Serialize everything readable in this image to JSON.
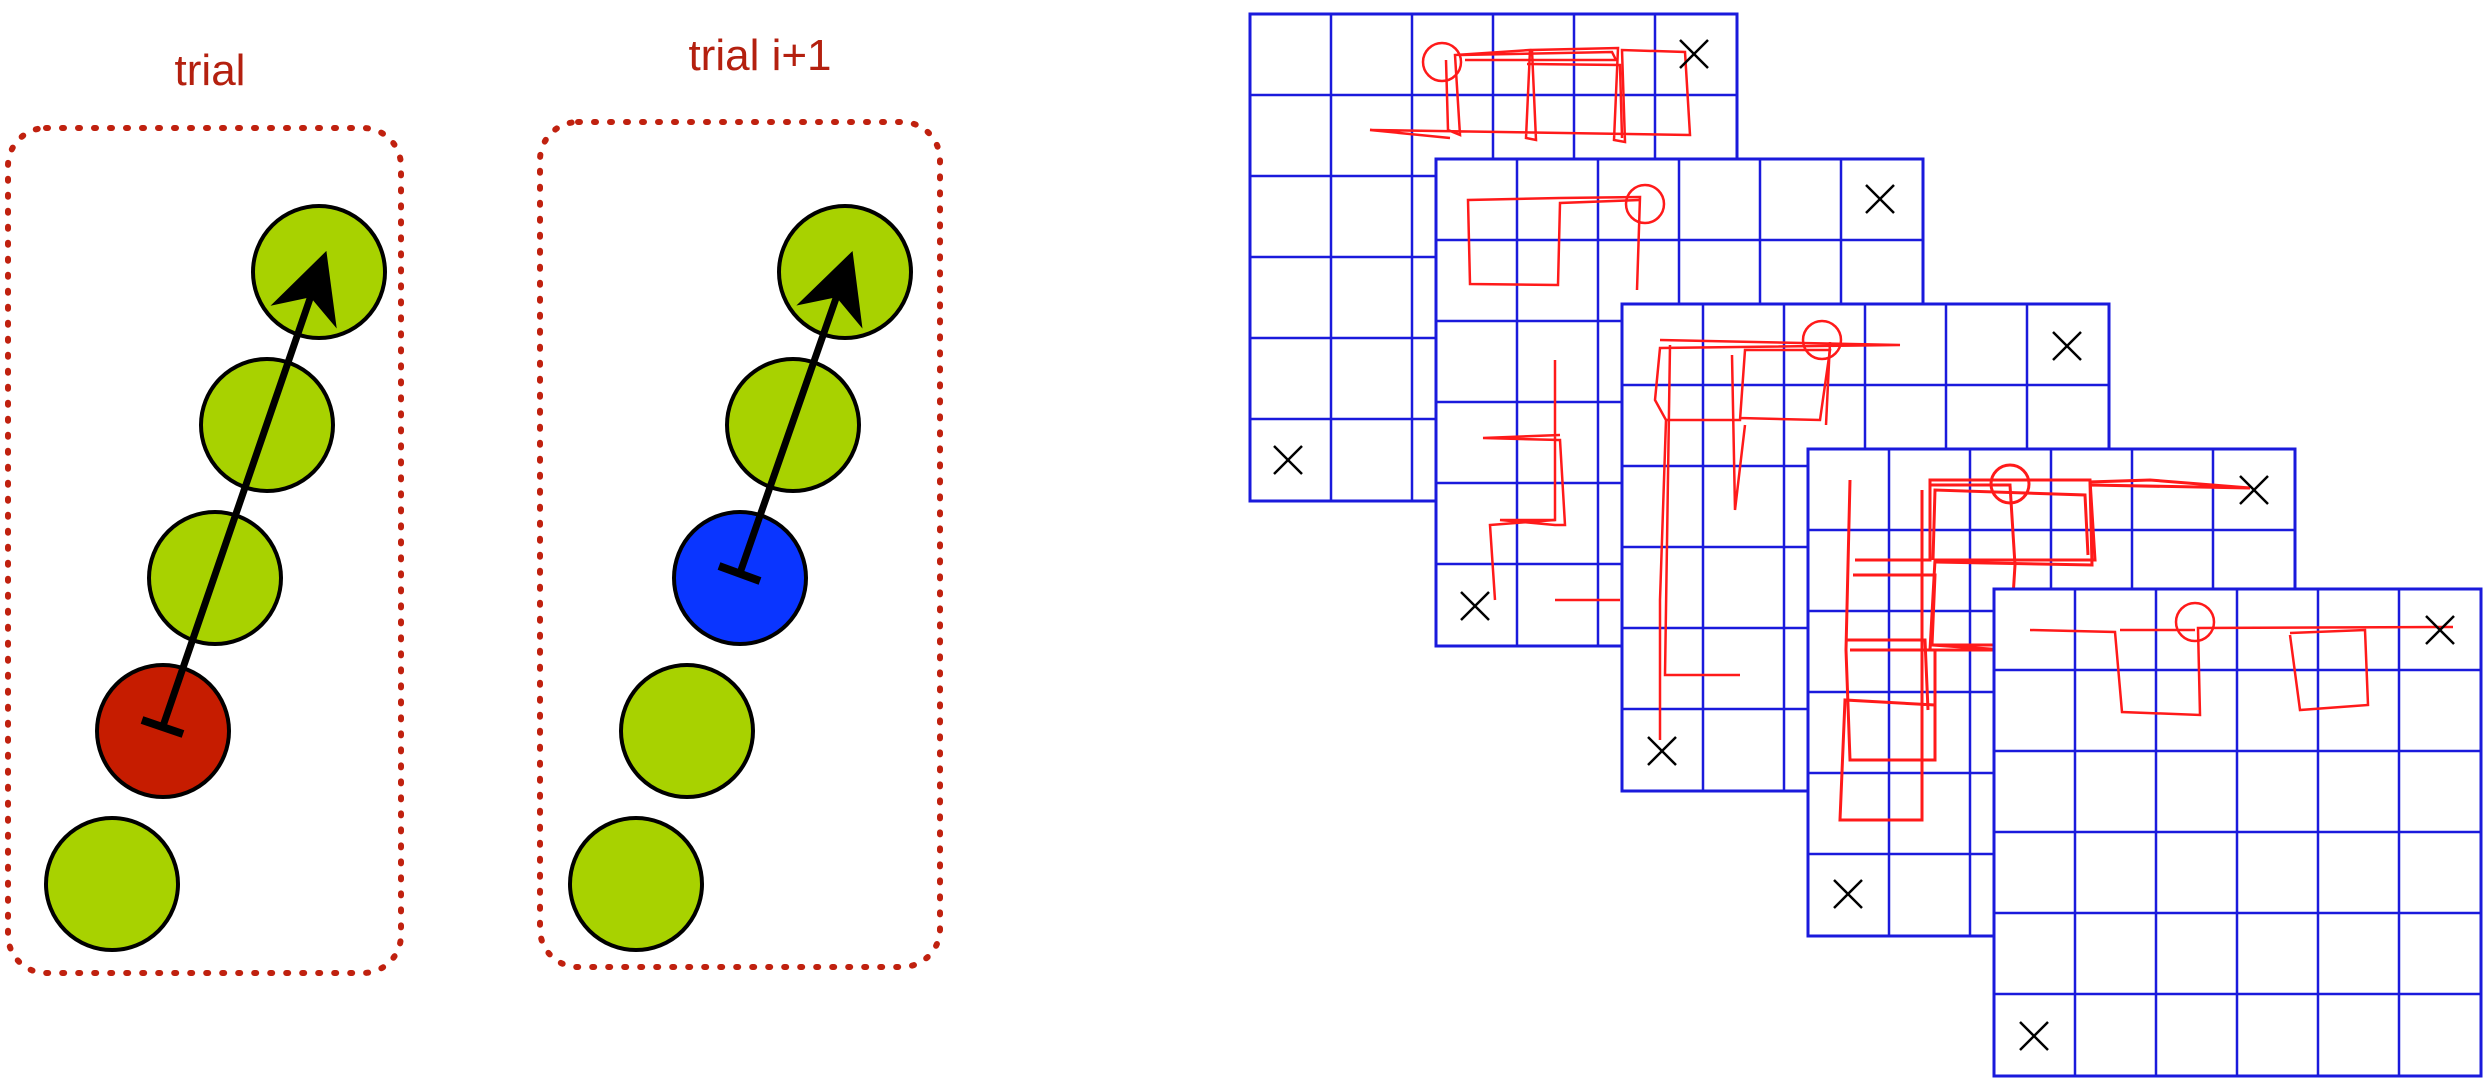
{
  "labels": {
    "trial": "trial",
    "trial_next": "trial i+1"
  },
  "colors": {
    "label": "#b4200f",
    "dotted_border": "#c0210f",
    "node_green": "#a8d200",
    "node_red": "#c61c00",
    "node_blue": "#0a35ff",
    "node_stroke": "#000000",
    "arrow": "#000000",
    "grid_line": "#1a1adc",
    "path_red": "#ff1a1a",
    "x_mark": "#000000"
  },
  "panels": [
    {
      "label_key": "trial",
      "nodes": [
        "green",
        "red",
        "green",
        "green",
        "green"
      ],
      "arrow_from": 1,
      "arrow_to": 4
    },
    {
      "label_key": "trial_next",
      "nodes": [
        "green",
        "green",
        "blue",
        "green",
        "green"
      ],
      "arrow_from": 2,
      "arrow_to": 4
    }
  ],
  "grid": {
    "rows": 6,
    "cols": 6,
    "stack_count": 5
  }
}
